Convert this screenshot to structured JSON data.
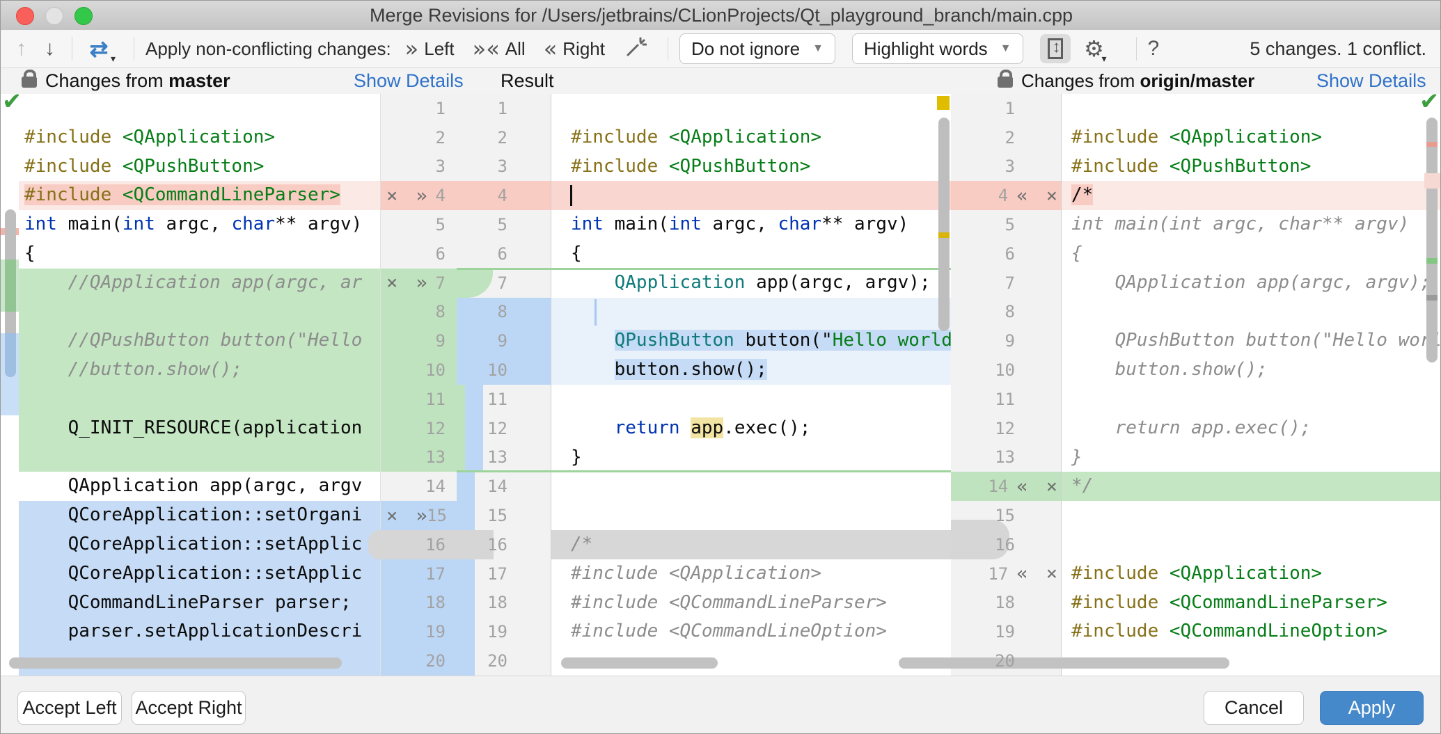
{
  "window": {
    "title": "Merge Revisions for /Users/jetbrains/CLionProjects/Qt_playground_branch/main.cpp"
  },
  "toolbar": {
    "prev_icon": "↑",
    "next_icon": "↓",
    "swap_icon": "⇄",
    "apply_label": "Apply non-conflicting changes:",
    "left_chevrons": "»",
    "left_label": "Left",
    "all_chevrons": "»«",
    "all_label": "All",
    "right_chevrons": "«",
    "right_label": "Right",
    "ignore_select_value": "Do not ignore",
    "highlight_select_value": "Highlight words",
    "gear_icon": "⚙",
    "help_label": "?",
    "status": "5 changes. 1 conflict."
  },
  "headers": {
    "left_prefix": "Changes from ",
    "left_branch": "master",
    "left_link": "Show Details",
    "result_label": "Result",
    "right_prefix": "Changes from ",
    "right_branch": "origin/master",
    "right_link": "Show Details"
  },
  "colors": {
    "conflict_red": "#f8ccc3",
    "change_green": "#c4e6c3",
    "change_blue": "#c6dbf5",
    "applied_gray": "#d7d7d7",
    "accent_blue_button": "#4689cb",
    "link_blue": "#2f72c8",
    "marker_yellow": "#e0bd00",
    "check_green": "#3c9e3f"
  },
  "panels": {
    "left": {
      "gutter_btn": "× »",
      "lines": [
        {
          "n": 1
        },
        {
          "n": 2,
          "code": [
            [
              "pp",
              "#include "
            ],
            [
              "str",
              "<QApplication>"
            ]
          ]
        },
        {
          "n": 3,
          "code": [
            [
              "pp",
              "#include "
            ],
            [
              "str",
              "<QPushButton>"
            ]
          ]
        },
        {
          "n": 4,
          "g": "red",
          "btn": true,
          "bg": "redlight",
          "code": [
            [
              "pp",
              "#include ",
              "wr"
            ],
            [
              "str",
              "<QCommandLineParser>",
              "wr"
            ]
          ]
        },
        {
          "n": 5,
          "code": [
            [
              "kw",
              "int"
            ],
            [
              "pl",
              " main("
            ],
            [
              "kw",
              "int"
            ],
            [
              "pl",
              " argc, "
            ],
            [
              "kw",
              "char"
            ],
            [
              "pl",
              "** argv)"
            ]
          ]
        },
        {
          "n": 6,
          "code": [
            [
              "pl",
              "{"
            ]
          ]
        },
        {
          "n": 7,
          "g": "green",
          "btn": true,
          "bg": "green",
          "code": [
            [
              "cmt",
              "    //QApplication app(argc, ar"
            ]
          ]
        },
        {
          "n": 8,
          "g": "green",
          "bg": "green"
        },
        {
          "n": 9,
          "g": "green",
          "bg": "green",
          "code": [
            [
              "cmt",
              "    //QPushButton button(\"Hello"
            ]
          ]
        },
        {
          "n": 10,
          "g": "green",
          "bg": "green",
          "code": [
            [
              "cmt",
              "    //button.show();"
            ]
          ]
        },
        {
          "n": 11,
          "g": "green",
          "bg": "green"
        },
        {
          "n": 12,
          "g": "green",
          "bg": "green",
          "code": [
            [
              "pl",
              "    Q_INIT_RESOURCE(application"
            ]
          ]
        },
        {
          "n": 13,
          "g": "green",
          "bg": "green"
        },
        {
          "n": 14,
          "code": [
            [
              "pl",
              "    QApplication app(argc, argv"
            ]
          ]
        },
        {
          "n": 15,
          "g": "blue",
          "btn": true,
          "bg": "blue",
          "code": [
            [
              "pl",
              "    QCoreApplication::setOrgani"
            ]
          ]
        },
        {
          "n": 16,
          "g": "blue",
          "bg": "blue",
          "code": [
            [
              "pl",
              "    QCoreApplication::setApplic"
            ]
          ]
        },
        {
          "n": 17,
          "g": "blue",
          "bg": "blue",
          "code": [
            [
              "pl",
              "    QCoreApplication::setApplic"
            ]
          ]
        },
        {
          "n": 18,
          "g": "blue",
          "bg": "blue",
          "code": [
            [
              "pl",
              "    QCommandLineParser parser;"
            ]
          ]
        },
        {
          "n": 19,
          "g": "blue",
          "bg": "blue",
          "code": [
            [
              "pl",
              "    parser.setApplicationDescri"
            ]
          ]
        },
        {
          "n": 20,
          "g": "blue",
          "bg": "blue"
        }
      ]
    },
    "center": {
      "lines": [
        {
          "n": 1
        },
        {
          "n": 2,
          "code": [
            [
              "pp",
              "#include "
            ],
            [
              "str",
              "<QApplication>"
            ]
          ]
        },
        {
          "n": 3,
          "code": [
            [
              "pp",
              "#include "
            ],
            [
              "str",
              "<QPushButton>"
            ]
          ]
        },
        {
          "n": 4,
          "g": "red",
          "bg": "red",
          "caret": true
        },
        {
          "n": 5,
          "code": [
            [
              "kw",
              "int"
            ],
            [
              "pl",
              " main("
            ],
            [
              "kw",
              "int"
            ],
            [
              "pl",
              " argc, "
            ],
            [
              "kw",
              "char"
            ],
            [
              "pl",
              "** argv)"
            ]
          ]
        },
        {
          "n": 6,
          "code": [
            [
              "pl",
              "{"
            ]
          ]
        },
        {
          "n": 7,
          "edge": "greenwide",
          "bt": true,
          "code": [
            [
              "pl",
              "    "
            ],
            [
              "cls",
              "QApplication"
            ],
            [
              "pl",
              " app(argc, argv);"
            ]
          ]
        },
        {
          "n": 8,
          "g": "blue",
          "bg": "bluelight",
          "ins": true
        },
        {
          "n": 9,
          "g": "blue",
          "bg": "bluelight",
          "code": [
            [
              "pl",
              "    "
            ],
            [
              "cls",
              "QPushButton",
              "wb"
            ],
            [
              "pl",
              " button(\"",
              "wb"
            ],
            [
              "str",
              "Hello world",
              "wb"
            ]
          ]
        },
        {
          "n": 10,
          "g": "blue",
          "bg": "bluelight",
          "code": [
            [
              "pl",
              "    "
            ],
            [
              "pl",
              "button.show();",
              "wb"
            ]
          ]
        },
        {
          "n": 11,
          "edge": "greenblue"
        },
        {
          "n": 12,
          "edge": "greenblue",
          "code": [
            [
              "kw",
              "    return"
            ],
            [
              "pl",
              " "
            ],
            [
              "pl",
              "app",
              "wy"
            ],
            [
              "pl",
              ".exec();"
            ]
          ]
        },
        {
          "n": 13,
          "edge": "greenblue",
          "bb": true,
          "code": [
            [
              "pl",
              "}"
            ]
          ]
        },
        {
          "n": 14,
          "edge": "blue"
        },
        {
          "n": 15,
          "edge": "blue"
        },
        {
          "n": 16,
          "edge": "blue",
          "bg": "gray",
          "code": [
            [
              "dis",
              "/*"
            ]
          ]
        },
        {
          "n": 17,
          "edge": "blue",
          "code": [
            [
              "dis",
              "#include <QApplication>"
            ]
          ]
        },
        {
          "n": 18,
          "edge": "blue",
          "code": [
            [
              "dis",
              "#include <QCommandLineParser>"
            ]
          ]
        },
        {
          "n": 19,
          "edge": "blue",
          "code": [
            [
              "dis",
              "#include <QCommandLineOption>"
            ]
          ]
        },
        {
          "n": 20,
          "edge": "blue"
        }
      ]
    },
    "right": {
      "gutter_btn": "« ×",
      "lines": [
        {
          "n": 1
        },
        {
          "n": 2,
          "code": [
            [
              "pp",
              "#include "
            ],
            [
              "str",
              "<QApplication>"
            ]
          ]
        },
        {
          "n": 3,
          "code": [
            [
              "pp",
              "#include "
            ],
            [
              "str",
              "<QPushButton>"
            ]
          ]
        },
        {
          "n": 4,
          "g": "red",
          "btn": true,
          "bg": "redlight",
          "code": [
            [
              "pl",
              "/*",
              "wr"
            ]
          ]
        },
        {
          "n": 5,
          "code": [
            [
              "dis",
              "int main(int argc, char** argv)"
            ]
          ]
        },
        {
          "n": 6,
          "code": [
            [
              "dis",
              "{"
            ]
          ]
        },
        {
          "n": 7,
          "code": [
            [
              "dis",
              "    QApplication app(argc, argv);"
            ]
          ]
        },
        {
          "n": 8
        },
        {
          "n": 9,
          "code": [
            [
              "dis",
              "    QPushButton button(\"Hello world"
            ]
          ]
        },
        {
          "n": 10,
          "code": [
            [
              "dis",
              "    button.show();"
            ]
          ]
        },
        {
          "n": 11
        },
        {
          "n": 12,
          "code": [
            [
              "dis",
              "    return app.exec();"
            ]
          ]
        },
        {
          "n": 13,
          "code": [
            [
              "dis",
              "}"
            ]
          ]
        },
        {
          "n": 14,
          "g": "green",
          "btn": true,
          "bg": "green",
          "code": [
            [
              "dis",
              "*/"
            ]
          ]
        },
        {
          "n": 15
        },
        {
          "n": 16
        },
        {
          "n": 17,
          "btn": true,
          "code": [
            [
              "pp",
              "#include "
            ],
            [
              "str",
              "<QApplication>"
            ]
          ]
        },
        {
          "n": 18,
          "code": [
            [
              "pp",
              "#include "
            ],
            [
              "str",
              "<QCommandLineParser>"
            ]
          ]
        },
        {
          "n": 19,
          "code": [
            [
              "pp",
              "#include "
            ],
            [
              "str",
              "<QCommandLineOption>"
            ]
          ]
        },
        {
          "n": 20
        }
      ]
    }
  },
  "footer": {
    "accept_left": "Accept Left",
    "accept_right": "Accept Right",
    "cancel": "Cancel",
    "apply": "Apply"
  }
}
